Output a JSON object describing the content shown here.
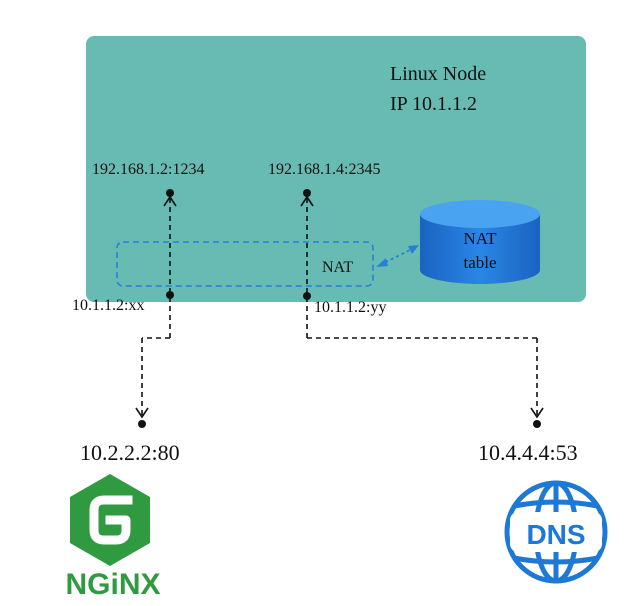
{
  "node": {
    "title": "Linux Node",
    "ip": "IP 10.1.1.2"
  },
  "pods": {
    "left": "192.168.1.2:1234",
    "right": "192.168.1.4:2345"
  },
  "nat": {
    "label": "NAT",
    "table_line1": "NAT",
    "table_line2": "table",
    "left_port": "10.1.1.2:xx",
    "right_port": "10.1.1.2:yy"
  },
  "destinations": {
    "nginx_addr": "10.2.2.2:80",
    "dns_addr": "10.4.4.4:53"
  },
  "logos": {
    "nginx_text": "NGiNX",
    "dns_text": "DNS"
  },
  "colors": {
    "node_fill": "#68bbb3",
    "nat_blue": "#2680d8",
    "nginx_green": "#2f9a3f",
    "dns_blue": "#1d78d6"
  }
}
